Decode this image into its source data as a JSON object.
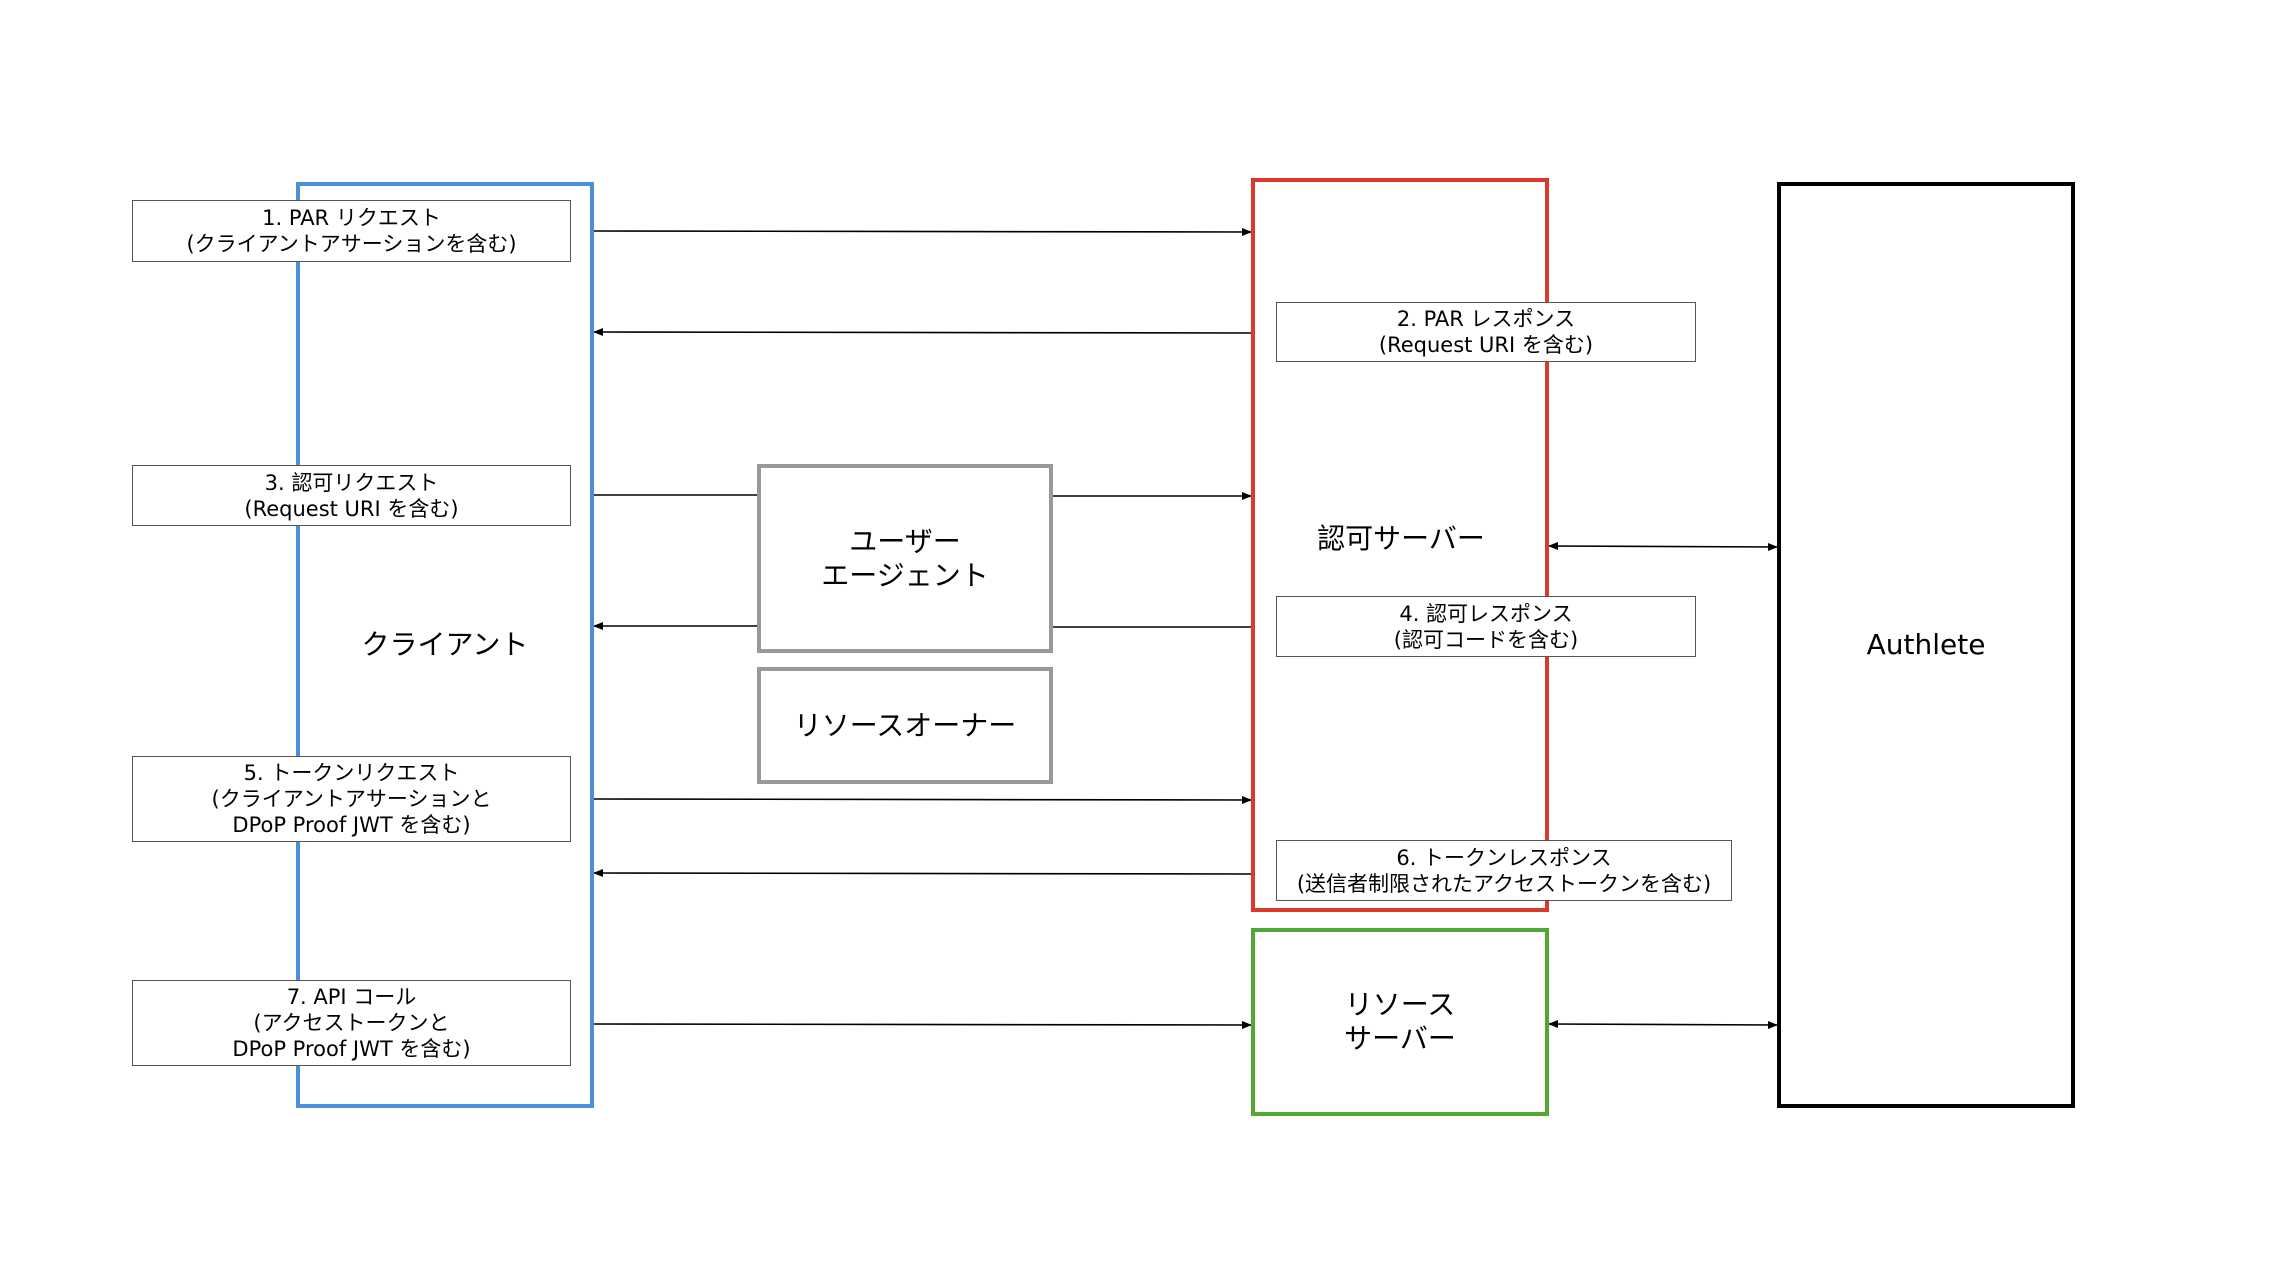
{
  "actors": {
    "client": {
      "label": "クライアント",
      "color": "#4a90d9"
    },
    "user_agent": {
      "label": "ユーザー\nエージェント",
      "color": "#999999"
    },
    "resource_owner": {
      "label": "リソースオーナー",
      "color": "#999999"
    },
    "auth_server": {
      "label": "認可サーバー",
      "color": "#d93a2b"
    },
    "resource_server": {
      "label": "リソース\nサーバー",
      "color": "#4fa833"
    },
    "authlete": {
      "label": "Authlete",
      "color": "#000000"
    }
  },
  "messages": {
    "par_request": "1.  PAR リクエスト\n(クライアントアサーションを含む)",
    "par_response": "2. PAR レスポンス\n(Request URI を含む)",
    "auth_request": "3. 認可リクエスト\n(Request URI を含む)",
    "auth_response": "4. 認可レスポンス\n(認可コードを含む)",
    "token_request": "5. トークンリクエスト\n(クライアントアサーションと\nDPoP Proof JWT を含む)",
    "token_response": "6. トークンレスポンス\n(送信者制限されたアクセストークンを含む)",
    "api_call": "7. API コール\n(アクセストークンと\nDPoP Proof JWT を含む)"
  }
}
